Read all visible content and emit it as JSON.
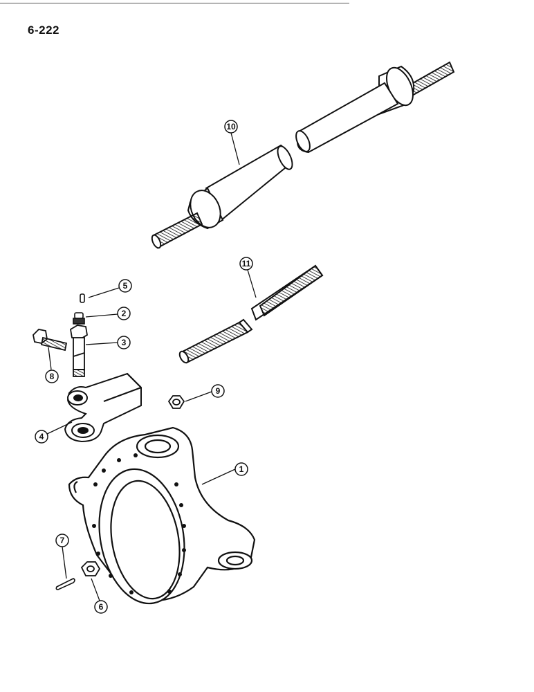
{
  "page": {
    "number": "6-222"
  },
  "callouts": [
    {
      "id": "1",
      "label": "1"
    },
    {
      "id": "2",
      "label": "2"
    },
    {
      "id": "3",
      "label": "3"
    },
    {
      "id": "4",
      "label": "4"
    },
    {
      "id": "5",
      "label": "5"
    },
    {
      "id": "6",
      "label": "6"
    },
    {
      "id": "7",
      "label": "7"
    },
    {
      "id": "8",
      "label": "8"
    },
    {
      "id": "9",
      "label": "9"
    },
    {
      "id": "10",
      "label": "10"
    },
    {
      "id": "11",
      "label": "11"
    }
  ]
}
